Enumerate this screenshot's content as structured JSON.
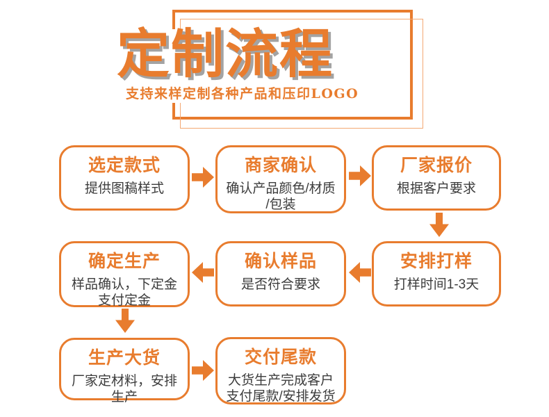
{
  "header": {
    "title": "定制流程",
    "subtitle": "支持来样定制各种产品和压印LOGO"
  },
  "colors": {
    "primary": "#E87C2E",
    "light": "#F3A873",
    "ink": "#3C3C3C",
    "title_shadow": "#A3A3A3"
  },
  "flow": {
    "nodes": [
      {
        "id": "select-style",
        "title": "选定款式",
        "desc": [
          "提供图稿样式"
        ]
      },
      {
        "id": "merchant-confirm",
        "title": "商家确认",
        "desc": [
          "确认产品颜色/材质",
          "/包装"
        ]
      },
      {
        "id": "factory-quote",
        "title": "厂家报价",
        "desc": [
          "根据客户要求"
        ]
      },
      {
        "id": "confirm-production",
        "title": "确定生产",
        "desc": [
          "样品确认，下定金",
          "支付定金"
        ]
      },
      {
        "id": "confirm-sample",
        "title": "确认样品",
        "desc": [
          "是否符合要求"
        ]
      },
      {
        "id": "arrange-sampling",
        "title": "安排打样",
        "desc": [
          "打样时间1-3天"
        ]
      },
      {
        "id": "mass-production",
        "title": "生产大货",
        "desc": [
          "厂家定材料，安排",
          "生产"
        ]
      },
      {
        "id": "final-payment",
        "title": "交付尾款",
        "desc": [
          "大货生产完成客户",
          "支付尾款/安排发货"
        ]
      }
    ]
  }
}
